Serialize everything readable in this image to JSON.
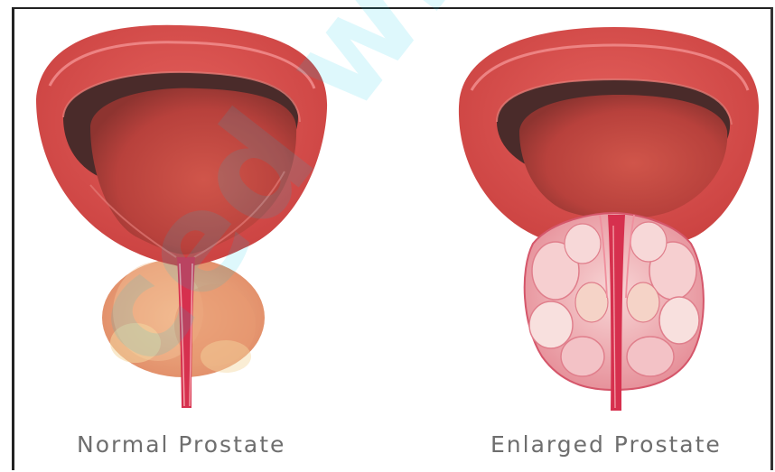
{
  "illustration": {
    "captions": {
      "normal": "Normal Prostate",
      "enlarged": "Enlarged Prostate"
    },
    "watermark": "ced with S"
  },
  "colors": {
    "bladder_wall": "#d9504f",
    "bladder_rim": "#e66a6a",
    "bladder_lumen": "#b8413c",
    "lumen_shadow": "#4a2b2a",
    "normal_prostate": "#e9a07a",
    "enlarged_prostate": "#f2bdbd",
    "urethra": "#e0405a",
    "caption_text": "#6e6e6e"
  }
}
